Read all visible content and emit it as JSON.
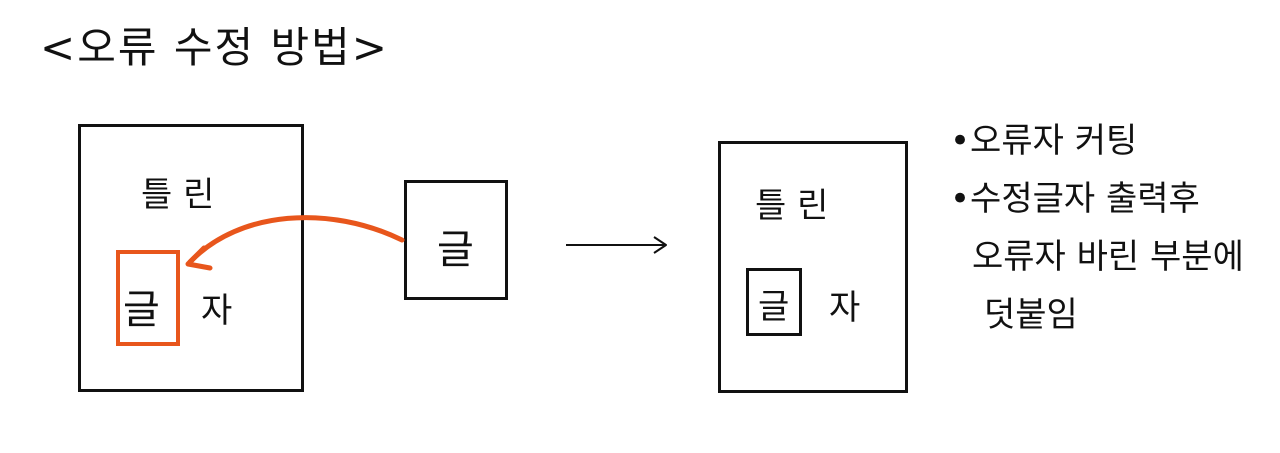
{
  "title": "<오류 수정 방법>",
  "left_sheet": {
    "word_top": "틀 린",
    "wrong_char": "글",
    "remaining_char": "자"
  },
  "correction_tile": {
    "char": "글"
  },
  "right_sheet": {
    "word_top": "틀 린",
    "fixed_char": "글",
    "remaining_char": "자"
  },
  "notes": [
    "•오류자 커팅",
    "•수정글자 출력후",
    "오류자 바린 부분에",
    "덧붙임"
  ],
  "colors": {
    "accent": "#e8561c",
    "ink": "#111111"
  }
}
